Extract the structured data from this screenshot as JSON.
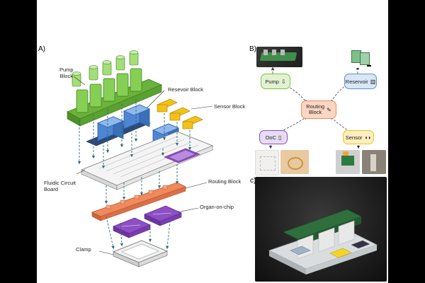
{
  "panels": {
    "a": "A)",
    "b": "B)",
    "c": "c)"
  },
  "exploded_view_labels": {
    "pump": "Pump\nBlock",
    "reservoir": "Resevoir Block",
    "sensor": "Sensor Block",
    "fcb": "Fluidic Circuit\nBoard",
    "routing": "Routing Block",
    "ooc": "Organ-on-chip",
    "clamp": "Clamp"
  },
  "network": {
    "pump": "Pump",
    "reservoir": "Reservoir",
    "routing": "Routing\nBlock",
    "ooc": "OoC",
    "sensor": "Sensor"
  },
  "icons": {
    "pump": "valve-icon",
    "reservoir": "reservoir-icon",
    "routing": "pipette-icon",
    "ooc": "chip-icon",
    "sensor": "signal-icon"
  },
  "colors": {
    "pump": "#7cc242",
    "reservoir": "#5b8fd6",
    "sensor": "#f2c21b",
    "routing": "#f08a5d",
    "ooc": "#8e4fc4",
    "node_pump": "#e3f1d3",
    "node_reservoir": "#d9e6f6",
    "node_routing": "#fbd6c3",
    "node_ooc": "#e6dcf3",
    "node_sensor": "#fbeec0"
  }
}
